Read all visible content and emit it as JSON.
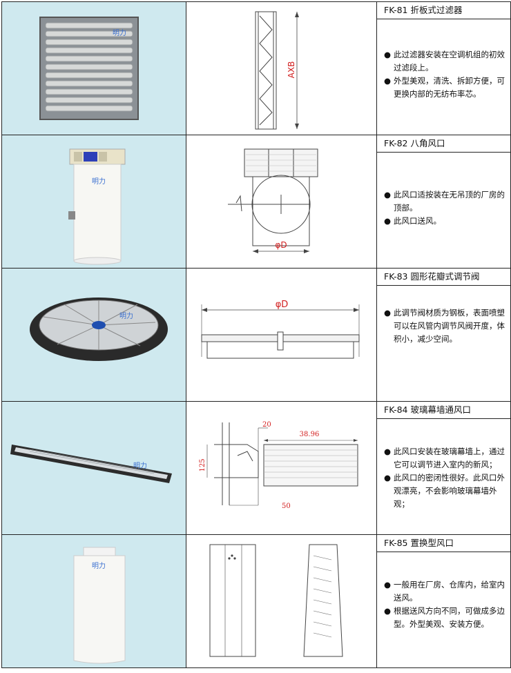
{
  "products": [
    {
      "title": "FK-81 折板式过滤器",
      "bullets": [
        "此过滤器安装在空调机组的初效过滤段上。",
        "外型美观，清洗、拆卸方便，可更换内部的无纺布率芯。"
      ],
      "dim_label": "AXB"
    },
    {
      "title": "FK-82 八角风口",
      "bullets": [
        "此风口适按装在无吊顶的厂房的顶部。",
        "此风口送风。"
      ],
      "dim_label": "φD"
    },
    {
      "title": "FK-83 圆形花瓣式调节阀",
      "bullets": [
        "此调节阀材质为钢板，表面喷塑可以在风管内调节风阀开度，体积小，减少空间。"
      ],
      "dim_label": "φD"
    },
    {
      "title": "FK-84 玻璃幕墙通风口",
      "bullets": [
        "此风口安装在玻璃幕墙上，通过它可以调节进入室内的新风；",
        "此风口的密闭性很好。此风口外观漂亮，不会影响玻璃幕墙外观；"
      ],
      "dims": [
        "20",
        "38.96",
        "125",
        "50"
      ]
    },
    {
      "title": "FK-85 置换型风口",
      "bullets": [
        "一般用在厂房、仓库内，给室内送风。",
        "根据送风方向不同，可做成多边型。外型美观、安装方便。"
      ]
    }
  ],
  "bullet_symbol": "●",
  "logo_text": "明力",
  "colors": {
    "photo_bg": "#cfe9ef",
    "dim_red": "#d21f1f",
    "line": "#222222"
  }
}
